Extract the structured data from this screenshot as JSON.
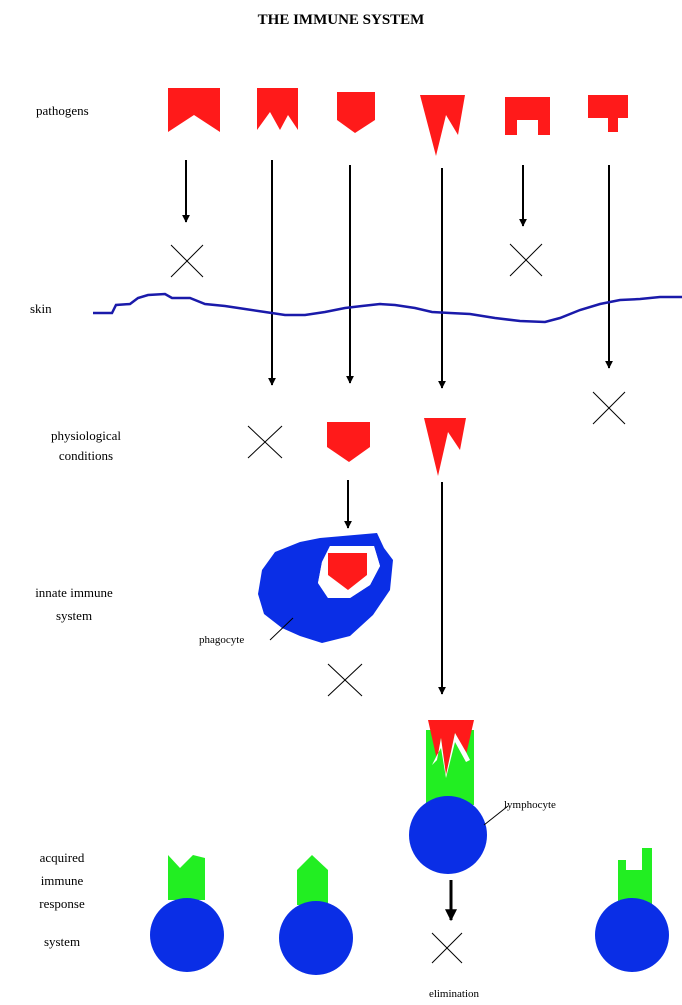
{
  "title": "THE IMMUNE SYSTEM",
  "labels": {
    "pathogens": "pathogens",
    "skin": "skin",
    "physiological_1": "physiological",
    "physiological_2": "conditions",
    "innate_1": "innate immune",
    "innate_2": "system",
    "acquired_1": "acquired",
    "acquired_2": "immune",
    "acquired_3": "response",
    "acquired_4": "system",
    "phagocyte": "phagocyte",
    "lymphocyte": "lymphocyte",
    "elimination": "elimination"
  },
  "colors": {
    "pathogen": "#ff1a1a",
    "skin_line": "#1a1aaa",
    "cell": "#0a2ee6",
    "receptor": "#22ee22",
    "arrow": "#000000",
    "cross": "#000000"
  }
}
